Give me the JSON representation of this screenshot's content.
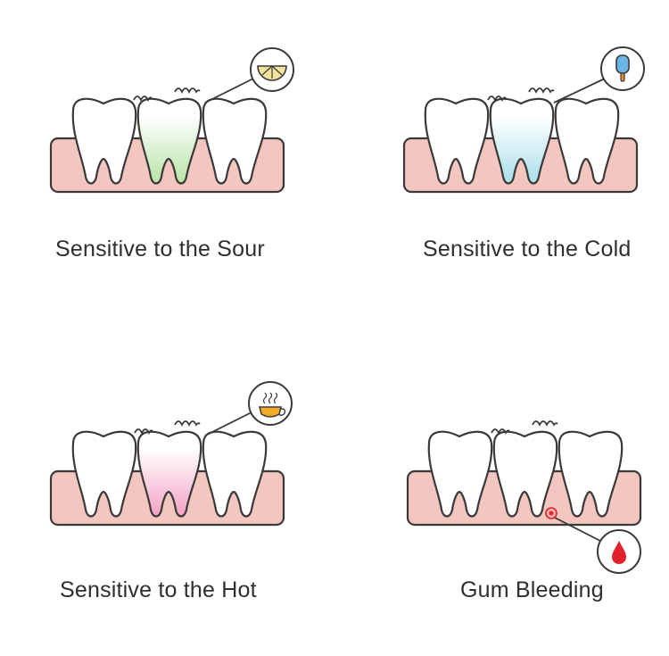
{
  "colors": {
    "outline": "#3a3a3a",
    "gum": "#f3c6c0",
    "gum_inner": "#e9a49e",
    "tooth": "#ffffff",
    "sour_tint": "#b7e4a6",
    "cold_tint": "#a9dfea",
    "hot_tint": "#f3a2c4",
    "lemon": "#f4e39a",
    "popsicle": "#6ab6e6",
    "stick": "#e58b2b",
    "tea": "#f0a928",
    "blood": "#e2222a"
  },
  "panels": [
    {
      "caption": "Sensitive to the Sour",
      "icon": "lemon-icon"
    },
    {
      "caption": "Sensitive to the Cold",
      "icon": "popsicle-icon"
    },
    {
      "caption": "Sensitive to the Hot",
      "icon": "hot-cup-icon"
    },
    {
      "caption": "Gum Bleeding",
      "icon": "blood-drop-icon"
    }
  ]
}
